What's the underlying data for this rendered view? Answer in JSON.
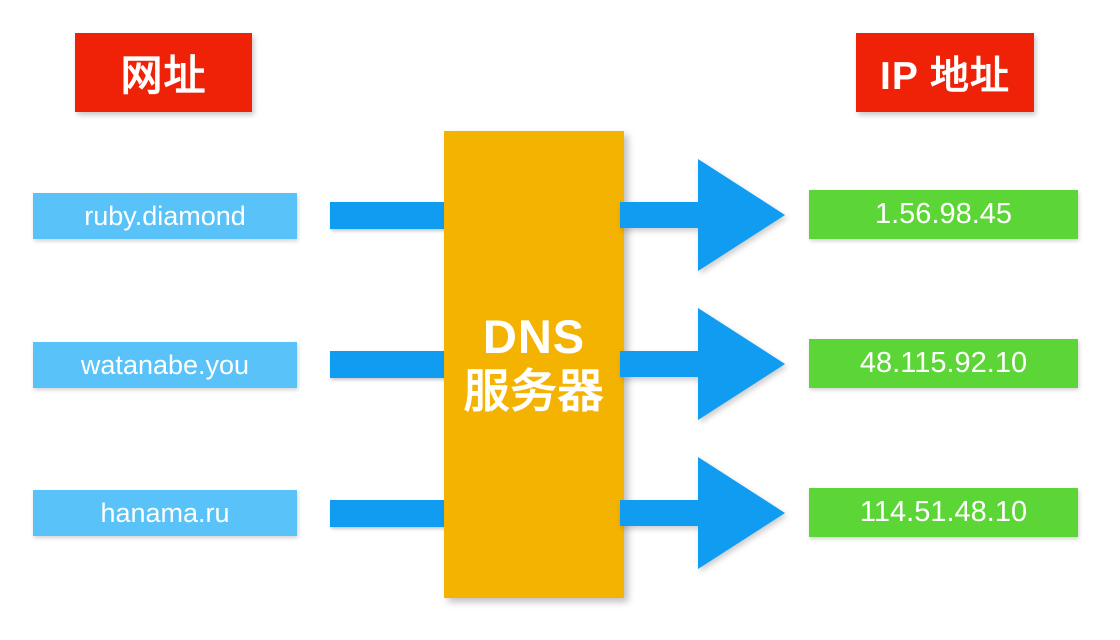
{
  "diagram": {
    "title_left": "网址",
    "title_right": "IP 地址",
    "server": {
      "line1": "DNS",
      "line2": "服务器"
    },
    "colors": {
      "header_red": "#ef2208",
      "domain_blue": "#59c3f9",
      "ip_green": "#5bd636",
      "server_orange": "#f5b301",
      "arrow_blue": "#109cf1",
      "background": "#ffffff",
      "text_white": "#ffffff"
    },
    "rows": [
      {
        "domain": "ruby.diamond",
        "ip": "1.56.98.45"
      },
      {
        "domain": "watanabe.you",
        "ip": "48.115.92.10"
      },
      {
        "domain": "hanama.ru",
        "ip": "114.51.48.10"
      }
    ]
  }
}
